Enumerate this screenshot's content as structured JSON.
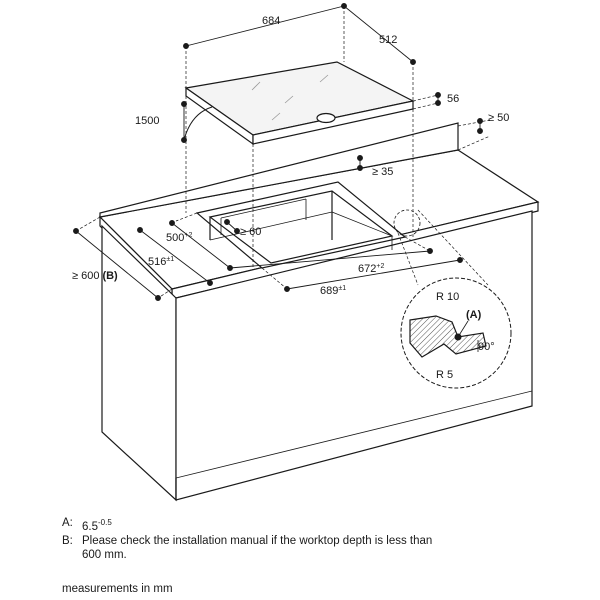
{
  "dimensions": {
    "hob_width": "684",
    "hob_depth": "512",
    "hob_height": "56",
    "cable_length": "1500",
    "rear_clearance": "≥ 50",
    "front_to_cutout": "≥ 35",
    "side_clearance": "≥ 60",
    "cutout_depth_inner": "500",
    "cutout_depth_inner_tol": "+2",
    "cutout_depth_outer": "516",
    "cutout_depth_outer_tol": "±1",
    "cutout_width_inner": "672",
    "cutout_width_inner_tol": "+2",
    "cutout_width_outer": "689",
    "cutout_width_outer_tol": "±1",
    "worktop_depth": "≥ 600",
    "worktop_depth_ref": "(B)"
  },
  "detail": {
    "radius_top": "R 10",
    "radius_bottom": "R 5",
    "ref_a": "(A)",
    "angle": "90°"
  },
  "notes": [
    {
      "key": "A:",
      "text": "6.5",
      "sup": "-0.5"
    },
    {
      "key": "B:",
      "text": "Please check the installation manual if the worktop depth is less than 600 mm."
    }
  ],
  "footer": "measurements in mm",
  "colors": {
    "line": "#1a1a1a",
    "hatch": "#555555",
    "hob": "#f4f4f4"
  }
}
